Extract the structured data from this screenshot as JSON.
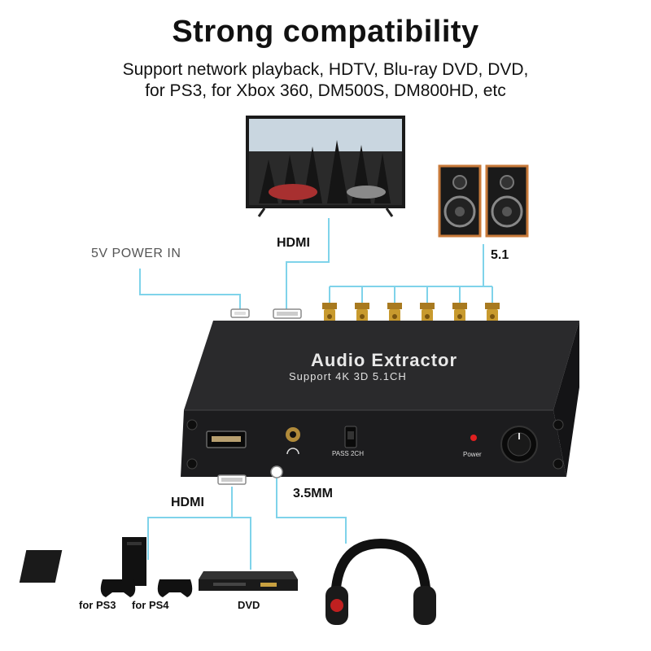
{
  "header": {
    "title": "Strong compatibility",
    "subtitle_line1": "Support network playback, HDTV, Blu-ray DVD, DVD,",
    "subtitle_line2": "for PS3, for Xbox 360, DM500S,  DM800HD, etc"
  },
  "labels": {
    "power_in": "5V POWER IN",
    "hdmi_top": "HDMI",
    "surround": "5.1",
    "hdmi_bottom": "HDMI",
    "jack": "3.5MM",
    "ps3": "for PS3",
    "ps4": "for PS4",
    "dvd": "DVD"
  },
  "device": {
    "name": "Audio Extractor",
    "support": "Support 4K 3D 5.1CH",
    "switch_label": "PASS 2CH",
    "power_label": "Power"
  },
  "icons": [
    "tv-icon",
    "speaker-icon",
    "headphones-icon",
    "console-icon",
    "controller-icon",
    "dvd-player-icon",
    "hdmi-port-icon",
    "rca-connector-icon"
  ],
  "colors": {
    "connector_line": "#7fd3ea",
    "device_body": "#1c1c1e",
    "rca_gold": "#c89a2e",
    "power_led": "#e02020",
    "speaker_wood": "#c87a3a"
  }
}
